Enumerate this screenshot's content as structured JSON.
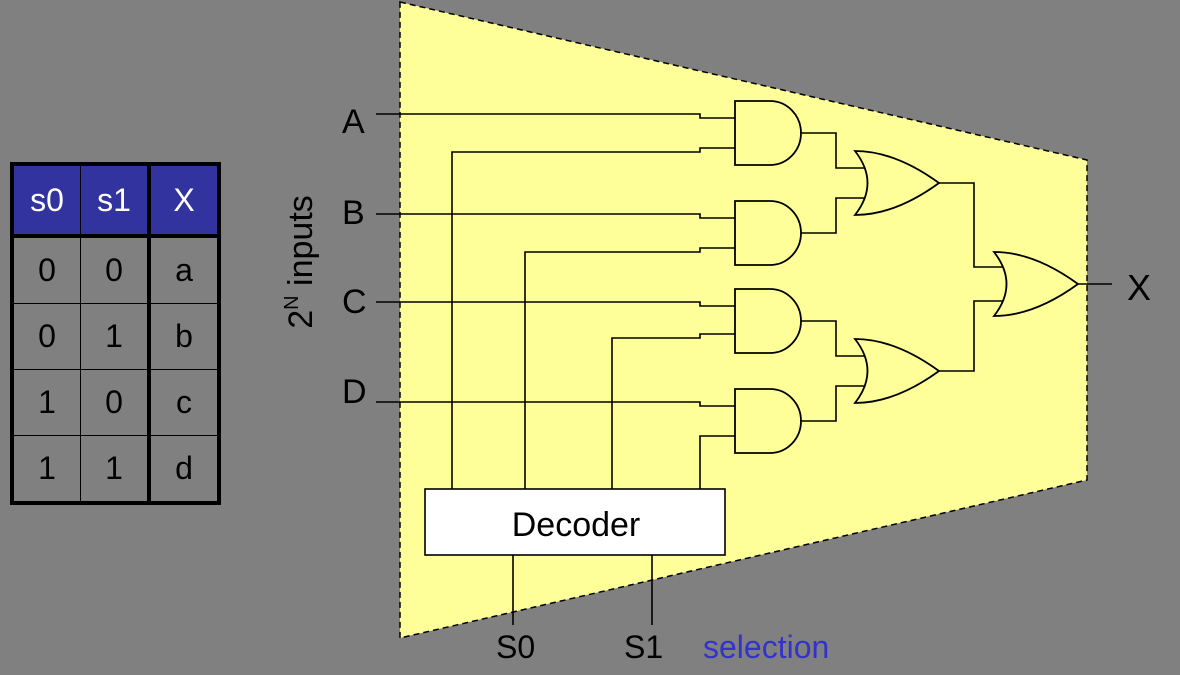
{
  "colors": {
    "background": "#808080",
    "mux_body": "#ffff99",
    "table_header": "#3333a0",
    "selection_label": "#3333cc"
  },
  "truth_table": {
    "headers": [
      "s0",
      "s1",
      "X"
    ],
    "rows": [
      [
        "0",
        "0",
        "a"
      ],
      [
        "0",
        "1",
        "b"
      ],
      [
        "1",
        "0",
        "c"
      ],
      [
        "1",
        "1",
        "d"
      ]
    ]
  },
  "inputs_label": {
    "base": "2",
    "exponent": "N",
    "suffix": " inputs"
  },
  "inputs": [
    "A",
    "B",
    "C",
    "D"
  ],
  "output": "X",
  "decoder_label": "Decoder",
  "select_lines": [
    "S0",
    "S1"
  ],
  "selection_label": "selection"
}
